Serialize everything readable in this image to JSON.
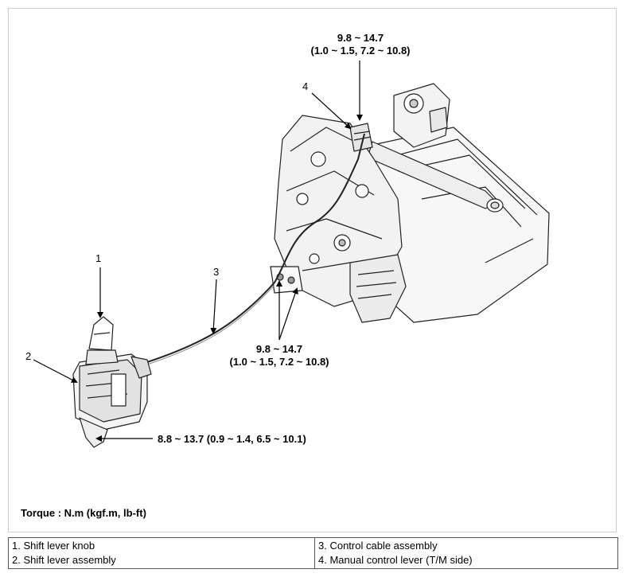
{
  "callouts": {
    "c1": "1",
    "c2": "2",
    "c3": "3",
    "c4": "4"
  },
  "torques": {
    "top": {
      "line1": "9.8 ~ 14.7",
      "line2": "(1.0 ~ 1.5, 7.2 ~ 10.8)"
    },
    "middle": {
      "line1": "9.8 ~ 14.7",
      "line2": "(1.0 ~ 1.5, 7.2 ~ 10.8)"
    },
    "bottom": "8.8 ~ 13.7 (0.9 ~ 1.4, 6.5 ~ 10.1)"
  },
  "legend_title": "Torque : N.m (kgf.m, lb-ft)",
  "legend": {
    "left": [
      "1. Shift lever knob",
      "2. Shift lever assembly"
    ],
    "right": [
      "3. Control cable assembly",
      "4. Manual control lever (T/M side)"
    ]
  }
}
